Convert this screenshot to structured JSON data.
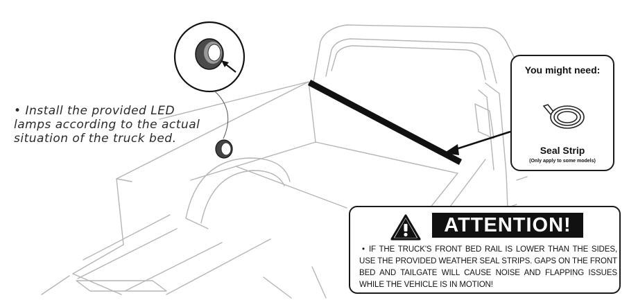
{
  "instruction": {
    "bullet": "•",
    "text": "Install the provided LED lamps according to the actual situation of the truck bed."
  },
  "you_might_need": {
    "title": "You might need:",
    "item_label": "Seal Strip",
    "item_note": "(Only apply to some models)",
    "icon": "seal-strip-coil-icon"
  },
  "attention": {
    "icon": "warning-triangle-icon",
    "title": "ATTENTION!",
    "bullet": "•",
    "text": "IF THE TRUCK'S FRONT BED RAIL IS LOWER THAN THE SIDES, USE THE PROVIDED WEATHER SEAL STRIPS. GAPS ON THE FRONT BED AND TAILGATE WILL CAUSE NOISE AND FLAPPING ISSUES WHILE THE VEHICLE IS IN MOTION!"
  },
  "colors": {
    "ink": "#111111",
    "line": "#b5b5b5",
    "background": "#ffffff"
  }
}
